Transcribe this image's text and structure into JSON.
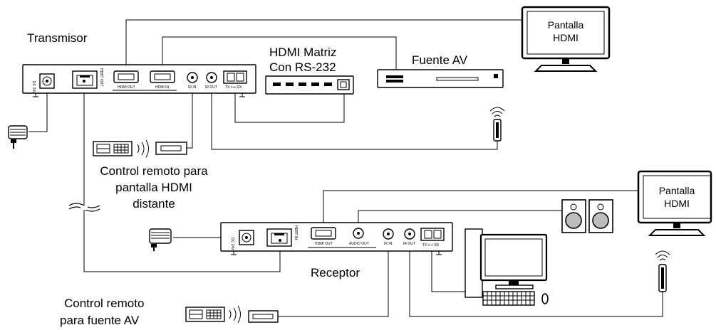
{
  "labels": {
    "transmitter": "Transmisor",
    "receiver": "Receptor",
    "matrix_line1": "HDMI Matriz",
    "matrix_line2": "Con RS-232",
    "av_source": "Fuente AV",
    "display_top_line1": "Pantalla",
    "display_top_line2": "HDMI",
    "display_bottom_line1": "Pantalla",
    "display_bottom_line2": "HDMI",
    "remote_display_line1": "Control remoto para",
    "remote_display_line2": "pantalla HDMI",
    "remote_display_line3": "distante",
    "remote_source_line1": "Control remoto",
    "remote_source_line2": "para fuente AV"
  },
  "ports": {
    "tx_dc": "DC 24V",
    "tx_hdbt": "HDBT OUT",
    "tx_hdmi_out": "HDMI OUT",
    "tx_hdmi_in": "HDMI IN",
    "tx_ir_in": "IR IN",
    "tx_ir_out": "IR OUT",
    "tx_rs232": "TX ⟷ RX",
    "rx_dc": "DC 24V",
    "rx_hdbt": "HDBT IN",
    "rx_hdmi_out": "HDMI OUT",
    "rx_audio_out": "AUDIO OUT",
    "rx_ir_in": "IR IN",
    "rx_ir_out": "IR OUT",
    "rx_rs232": "TX ⟷ RX"
  }
}
